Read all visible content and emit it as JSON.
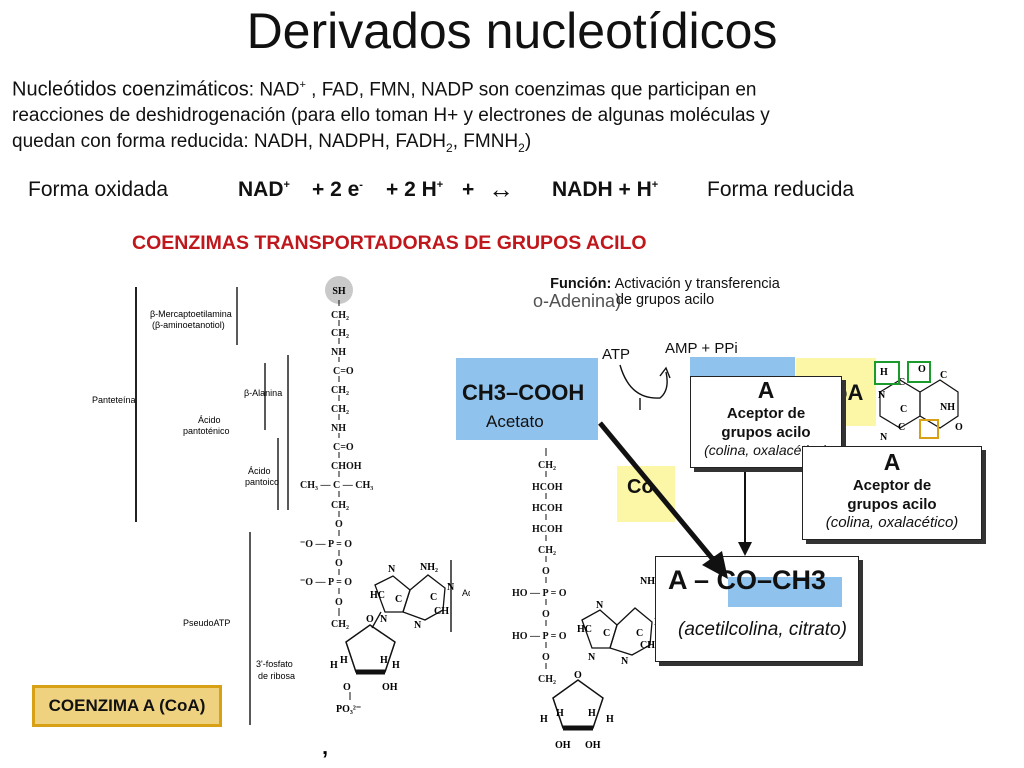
{
  "title": "Derivados nucleotídicos",
  "intro": {
    "lead": "Nucleótidos coenzimáticos",
    "line1_rest": ": NAD",
    "line1_after": " , FAD, FMN, NADP son coenzimas que participan en",
    "line2": "reacciones de deshidrogenación (para ello toman H+ y electrones de algunas moléculas y",
    "line3_a": "quedan con forma reducida: NADH, NADPH, FADH",
    "line3_b": ", FMNH",
    "line3_c": ")",
    "sup_plus": "+",
    "sub_2": "2"
  },
  "equation": {
    "oxidized_label": "Forma oxidada",
    "nad": "NAD",
    "plus_sup": "+",
    "term2": "+ 2 e",
    "minus_sup": "-",
    "term3": "+ 2 H",
    "term4": "+",
    "arrow": "↔",
    "nadh": "NADH + H",
    "reduced_label": "Forma reducida"
  },
  "section_title": "COENZIMAS TRANSPORTADORAS DE GRUPOS ACILO",
  "structure_labels": {
    "mercapto": "β-Mercaptoetilamina",
    "mercapto2": "(β-aminoetanotiol)",
    "panteteina": "Panteteína",
    "alanina": "β-Alanina",
    "acido_pantotenico_1": "Ácido",
    "acido_pantotenico_2": "pantoténico",
    "acido_pantoico_1": "Ácido",
    "acido_pantoico_2": "pantoico",
    "adenina": "Adenina",
    "pseudoatp": "PseudoATP",
    "fosfato_1": "3'-fosfato",
    "fosfato_2": "de ribosa",
    "coa_label": "COENZIMA A (CoA)"
  },
  "function_box": {
    "label": "Función:",
    "text1": " Activación y transferencia",
    "text2": "de grupos acilo",
    "overlap_text": "o-Adenina)"
  },
  "reaction": {
    "atp": "ATP",
    "amp": "AMP + PPi",
    "acetato_formula": "CH3–COOH",
    "acetato_name": "Acetato",
    "coa_partial": "Co",
    "oa_partial": "oA"
  },
  "cards": {
    "acceptor1_letter": "A",
    "acceptor1_title1": "Aceptor de",
    "acceptor1_title2": "grupos acilo",
    "acceptor1_examples": "(colina, oxalacético)",
    "acceptor2_letter": "A",
    "acceptor2_title1": "Aceptor de",
    "acceptor2_title2": "grupos acilo",
    "acceptor2_examples": "(colina, oxalacético)",
    "product_formula": "A – CO–CH3",
    "product_examples": "(acetilcolina, citrato)"
  },
  "colors": {
    "title_red": "#c0171c",
    "blue": "#8fc2ec",
    "yellow": "#fbf7a6",
    "green": "#1a9b2b"
  }
}
